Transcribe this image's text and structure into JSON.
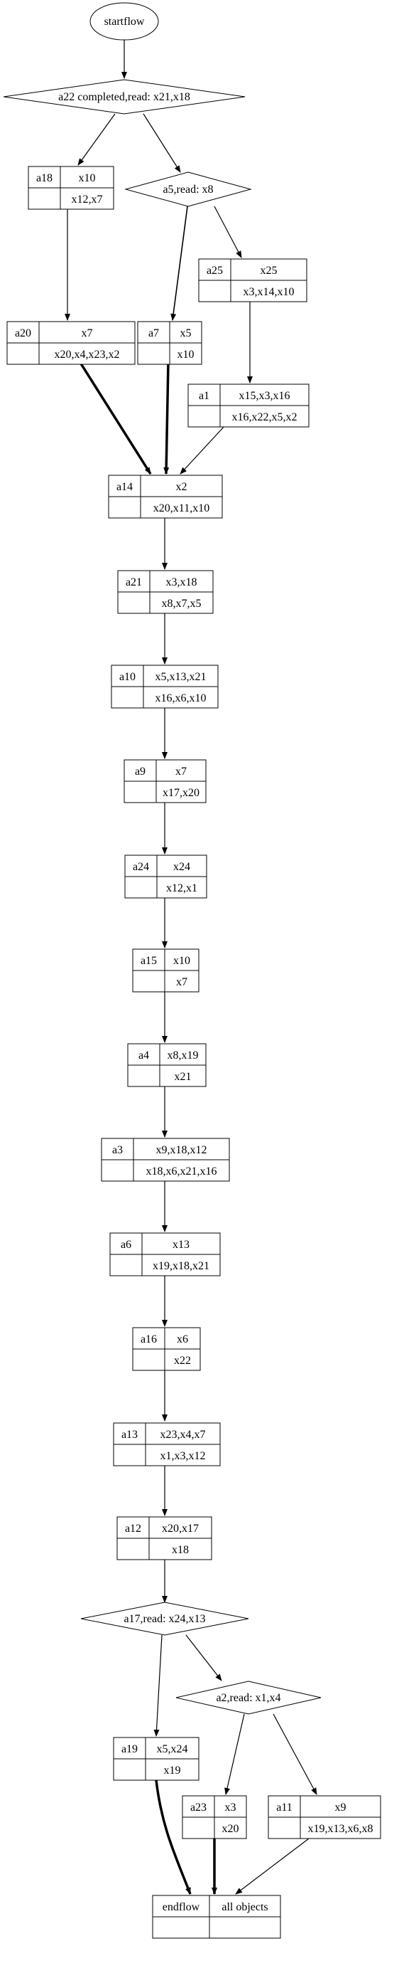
{
  "diagram": {
    "start": {
      "label": "startflow"
    },
    "decisions": [
      {
        "id": "d1",
        "label": "a22 completed,read: x21,x18"
      },
      {
        "id": "d2",
        "label": "a5,read: x8"
      },
      {
        "id": "d3",
        "label": "a17,read: x24,x13"
      },
      {
        "id": "d4",
        "label": "a2,read: x1,x4"
      }
    ],
    "activities": [
      {
        "id": "a18",
        "name": "a18",
        "top": "x10",
        "bottom": "x12,x7"
      },
      {
        "id": "a25",
        "name": "a25",
        "top": "x25",
        "bottom": "x3,x14,x10"
      },
      {
        "id": "a20",
        "name": "a20",
        "top": "x7",
        "bottom": "x20,x4,x23,x2"
      },
      {
        "id": "a7",
        "name": "a7",
        "top": "x5",
        "bottom": "x10"
      },
      {
        "id": "a1",
        "name": "a1",
        "top": "x15,x3,x16",
        "bottom": "x16,x22,x5,x2"
      },
      {
        "id": "a14",
        "name": "a14",
        "top": "x2",
        "bottom": "x20,x11,x10"
      },
      {
        "id": "a21",
        "name": "a21",
        "top": "x3,x18",
        "bottom": "x8,x7,x5"
      },
      {
        "id": "a10",
        "name": "a10",
        "top": "x5,x13,x21",
        "bottom": "x16,x6,x10"
      },
      {
        "id": "a9",
        "name": "a9",
        "top": "x7",
        "bottom": "x17,x20"
      },
      {
        "id": "a24",
        "name": "a24",
        "top": "x24",
        "bottom": "x12,x1"
      },
      {
        "id": "a15",
        "name": "a15",
        "top": "x10",
        "bottom": "x7"
      },
      {
        "id": "a4",
        "name": "a4",
        "top": "x8,x19",
        "bottom": "x21"
      },
      {
        "id": "a3",
        "name": "a3",
        "top": "x9,x18,x12",
        "bottom": "x18,x6,x21,x16"
      },
      {
        "id": "a6",
        "name": "a6",
        "top": "x13",
        "bottom": "x19,x18,x21"
      },
      {
        "id": "a16",
        "name": "a16",
        "top": "x6",
        "bottom": "x22"
      },
      {
        "id": "a13",
        "name": "a13",
        "top": "x23,x4,x7",
        "bottom": "x1,x3,x12"
      },
      {
        "id": "a12",
        "name": "a12",
        "top": "x20,x17",
        "bottom": "x18"
      },
      {
        "id": "a19",
        "name": "a19",
        "top": "x5,x24",
        "bottom": "x19"
      },
      {
        "id": "a23",
        "name": "a23",
        "top": "x3",
        "bottom": "x20"
      },
      {
        "id": "a11",
        "name": "a11",
        "top": "x9",
        "bottom": "x19,x13,x6,x8"
      }
    ],
    "end": {
      "name": "endflow",
      "top": "all objects",
      "bottom": ""
    }
  }
}
